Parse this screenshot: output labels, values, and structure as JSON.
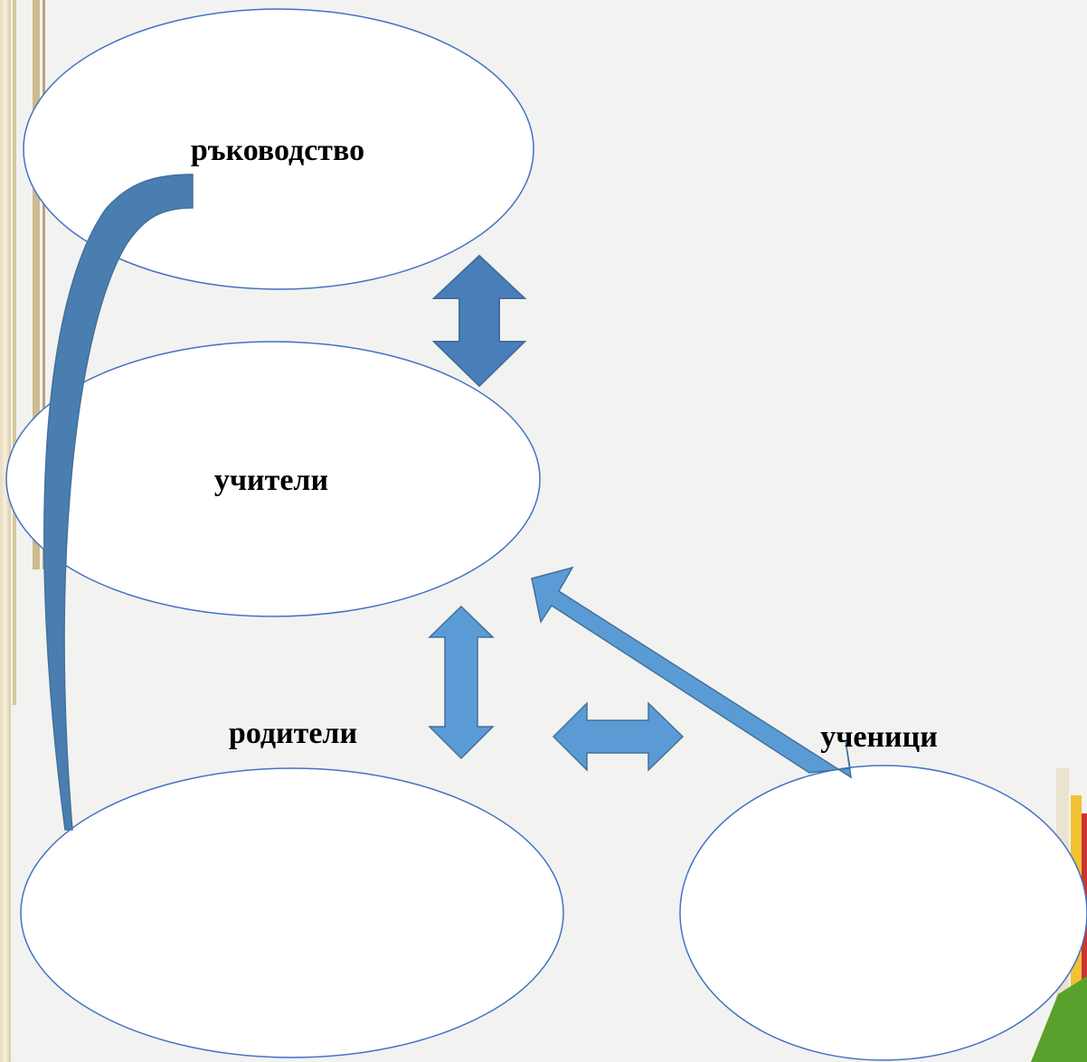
{
  "nodes": {
    "leadership": "ръководство",
    "teachers": "учители",
    "parents": "родители",
    "students": "ученици"
  },
  "colors": {
    "background": "#f2f2f0",
    "node_fill": "#ffffff",
    "node_stroke": "#4472c4",
    "arrow_fill": "#5b9bd5",
    "arrow_dark_fill": "#4a7ebb",
    "arrow_stroke": "#41719c",
    "curved_arrow_fill": "#4a7eb0"
  }
}
